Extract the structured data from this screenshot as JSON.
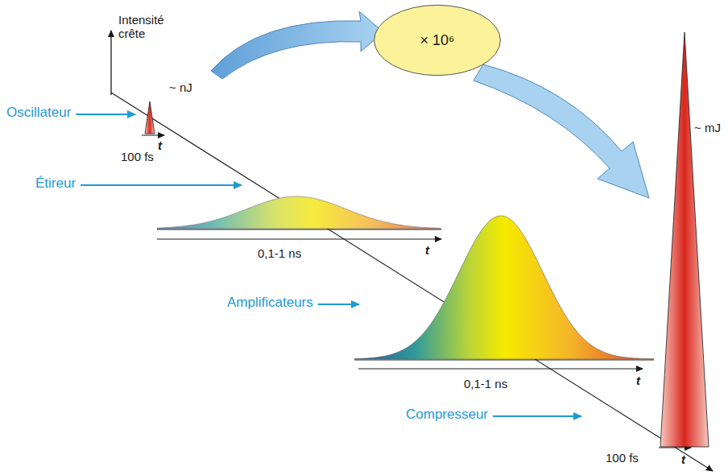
{
  "diagram": {
    "nodes": [
      {
        "text": [
          "× 10⁶"
        ]
      }
    ],
    "labels": [
      "Intensité crête",
      "~ nJ",
      "100 fs",
      "t",
      "Oscillateur",
      "Étireur",
      "0,1-1 ns",
      "t",
      "Amplificateurs",
      "0,1-1 ns",
      "t",
      "Compresseur",
      "~ mJ",
      "100 fs",
      "t"
    ]
  }
}
